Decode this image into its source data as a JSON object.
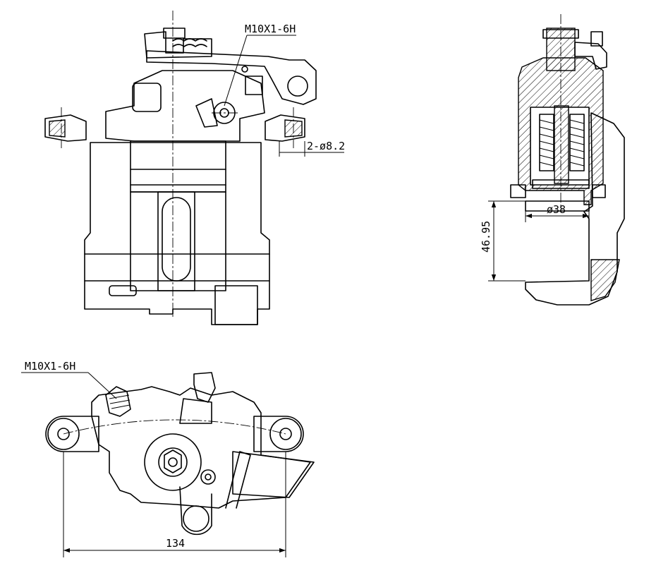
{
  "top_view": {
    "thread_label": "M10X1-6H",
    "hole_label": "2-ø8.2"
  },
  "section_view": {
    "diameter_label": "ø38",
    "height_label": "46.95"
  },
  "bottom_view": {
    "thread_label": "M10X1-6H",
    "width_label": "134"
  }
}
